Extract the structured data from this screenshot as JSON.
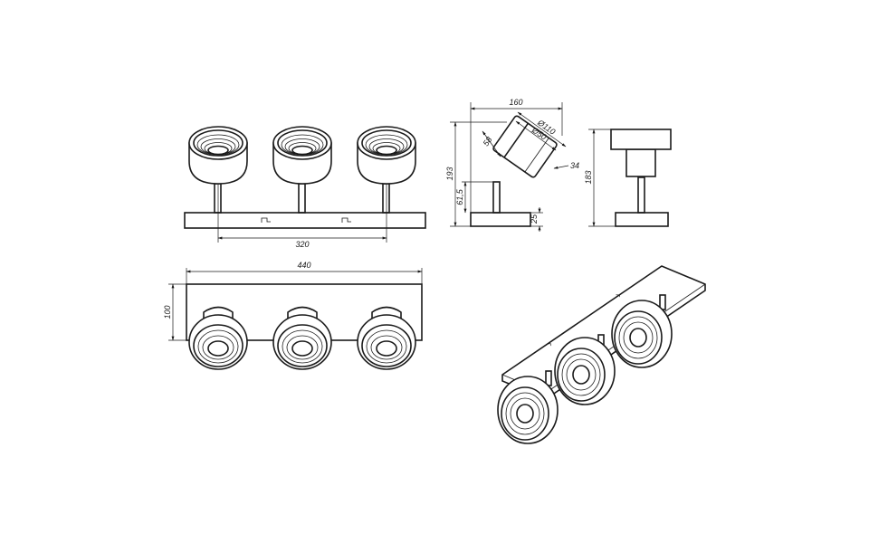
{
  "dimensions": {
    "front_span": "320",
    "top_length": "440",
    "top_depth": "100",
    "side_width": "160",
    "side_height": "193",
    "side_shade_dia_outer": "Ø110",
    "side_shade_dia_inner": "Ø50",
    "side_shade_depth": "58",
    "side_offset": "34",
    "side_arm_height": "61,5",
    "side_base_height": "25",
    "back_height": "183"
  },
  "colors": {
    "line": "#1a1a1a",
    "background": "#ffffff"
  }
}
